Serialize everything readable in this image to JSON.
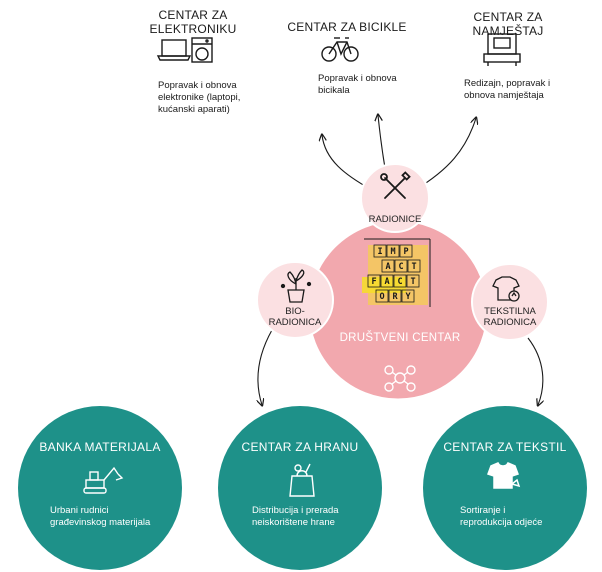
{
  "colors": {
    "hub": "#f2a8ae",
    "satellite": "#fbe0e2",
    "teal": "#1e9189",
    "line": "#1a1a1a",
    "logo_yellow": "#f6dc2c"
  },
  "top_centers": [
    {
      "title_lines": [
        "CENTAR ZA",
        "ELEKTRONIKU"
      ],
      "icon": "laptop-and-washer-icon",
      "desc_lines": [
        "Popravak i obnova",
        "elektronike (laptopi,",
        "kućanski aparati)"
      ]
    },
    {
      "title_lines": [
        "CENTAR ZA BICIKLE"
      ],
      "icon": "bicycle-icon",
      "desc_lines": [
        "Popravak i obnova",
        "bicikala"
      ]
    },
    {
      "title_lines": [
        "CENTAR ZA NAMJEŠTAJ"
      ],
      "icon": "furniture-icon",
      "desc_lines": [
        "Redizajn, popravak i",
        "obnova namještaja"
      ]
    }
  ],
  "hub": {
    "label": "DRUŠTVENI CENTAR",
    "icon": "network-people-icon"
  },
  "logo": {
    "cells": [
      [
        "I",
        "M",
        "P"
      ],
      [
        "A",
        "C",
        "T"
      ],
      [
        "F",
        "A",
        "C",
        "T"
      ],
      [
        "O",
        "R",
        "Y"
      ]
    ]
  },
  "satellites": [
    {
      "id": "radionice",
      "label_lines": [
        "RADIONICE"
      ],
      "icon": "tools-icon"
    },
    {
      "id": "bio",
      "label_lines": [
        "BIO-",
        "RADIONICA"
      ],
      "icon": "plant-jar-icon"
    },
    {
      "id": "tekstil",
      "label_lines": [
        "TEKSTILNA",
        "RADIONICA"
      ],
      "icon": "shirt-recycle-icon"
    }
  ],
  "bottom_centers": [
    {
      "title": "BANKA MATERIJALA",
      "icon": "excavator-icon",
      "desc_lines": [
        "Urbani rudnici",
        "građevinskog materijala"
      ]
    },
    {
      "title": "CENTAR ZA HRANU",
      "icon": "food-bag-icon",
      "desc_lines": [
        "Distribucija i prerada",
        "neiskorištene hrane"
      ]
    },
    {
      "title": "CENTAR ZA TEKSTIL",
      "icon": "tshirt-icon",
      "desc_lines": [
        "Sortiranje i",
        "reprodukcija odjeće"
      ]
    }
  ]
}
